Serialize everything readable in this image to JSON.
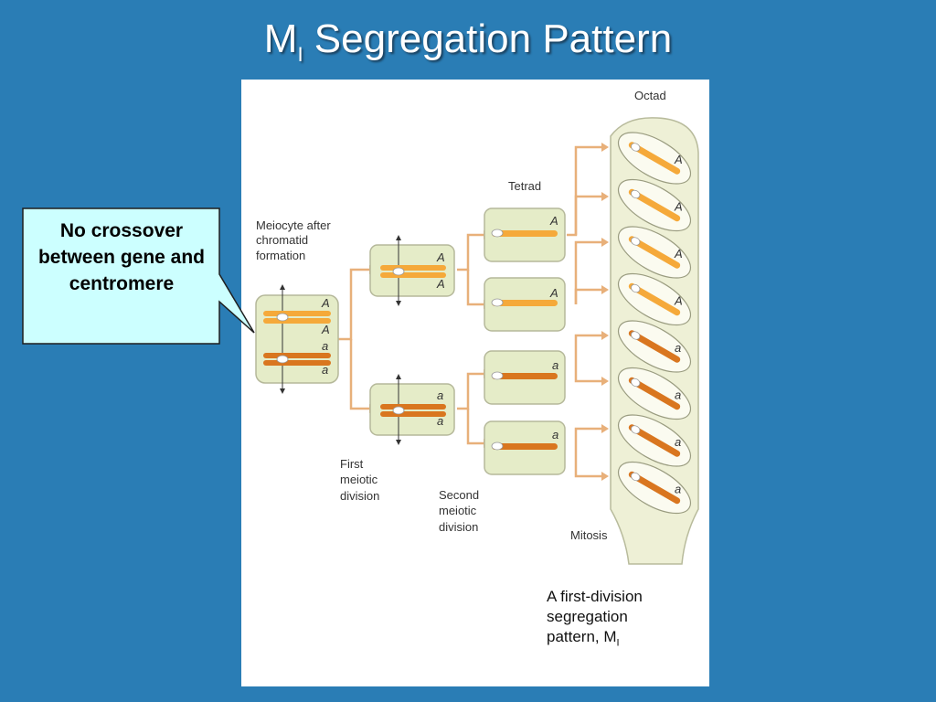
{
  "slide": {
    "title_main": "M",
    "title_sub": "I",
    "title_rest": " Segregation Pattern"
  },
  "callout": {
    "text": "No crossover between gene and centromere"
  },
  "diagram": {
    "labels": {
      "octad": "Octad",
      "tetrad": "Tetrad",
      "meiocyte": [
        "Meiocyte after",
        "chromatid",
        "formation"
      ],
      "first_division": [
        "First",
        "meiotic",
        "division"
      ],
      "second_division": [
        "Second",
        "meiotic",
        "division"
      ],
      "mitosis": "Mitosis"
    },
    "alleles": {
      "dominant": "A",
      "recessive": "a"
    },
    "octad_spores": [
      "A",
      "A",
      "A",
      "A",
      "a",
      "a",
      "a",
      "a"
    ],
    "colors": {
      "light_chromosome": "#f5a93a",
      "dark_chromosome": "#d9761f",
      "cell_fill": "#e5ecc8",
      "arrow": "#e8b07a",
      "ascus_fill": "#eef0d6"
    }
  },
  "caption": {
    "line1": "A first-division",
    "line2": "segregation",
    "line3_main": "pattern, M",
    "line3_sub": "I"
  }
}
